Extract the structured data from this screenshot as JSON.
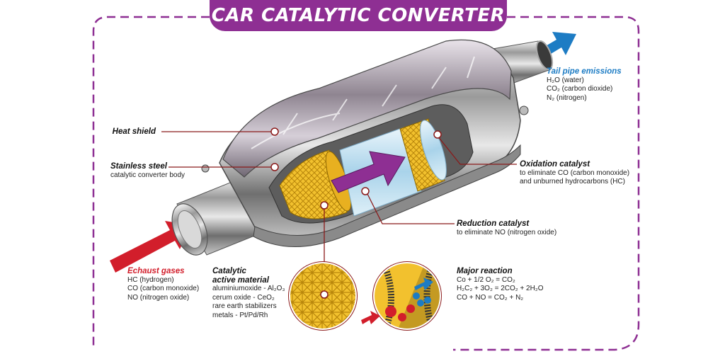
{
  "title": "CAR CATALYTIC CONVERTER",
  "colors": {
    "accent_purple": "#8e2f93",
    "exhaust_red": "#d21e2b",
    "emission_blue": "#1d7cc4",
    "catalyst_yellow": "#f2c12e",
    "leader_red": "#8b1a1a"
  },
  "labels": {
    "heat_shield": {
      "title": "Heat shield"
    },
    "stainless_steel": {
      "title": "Stainless steel",
      "line1": "catalytic converter body"
    },
    "exhaust_gases": {
      "title": "Echaust gases",
      "line1": "HC (hydrogen)",
      "line2": "CO (carbon monoxide)",
      "line3": "NO (nitrogen oxide)"
    },
    "catalytic_material": {
      "title1": "Catalytic",
      "title2": "active material",
      "line1": "aluminiumoxide - Al₂O₃",
      "line2": "cerum oxide - CeO₂",
      "line3": "rare earth stabilizers",
      "line4": "metals - Pt/Pd/Rh"
    },
    "major_reaction": {
      "title": "Major reaction",
      "line1": "Co + 1/2 O₂ = CO₂",
      "line2": "H₂C₂ + 3O₂ = 2CO₂ + 2H₂O",
      "line3": "CO + NO = CO₂ + N₂"
    },
    "reduction_catalyst": {
      "title": "Reduction catalyst",
      "line1": "to eliminate NO (nitrogen oxide)"
    },
    "oxidation_catalyst": {
      "title": "Oxidation catalyst",
      "line1": "to eliminate CO (carbon monoxide)",
      "line2": "and unburned hydrocarbons (HC)"
    },
    "tail_pipe": {
      "title": "Tail pipe emissions",
      "line1": "H₂O (water)",
      "line2": "CO₂ (carbon dioxide)",
      "line3": "N₂ (nitrogen)"
    }
  }
}
